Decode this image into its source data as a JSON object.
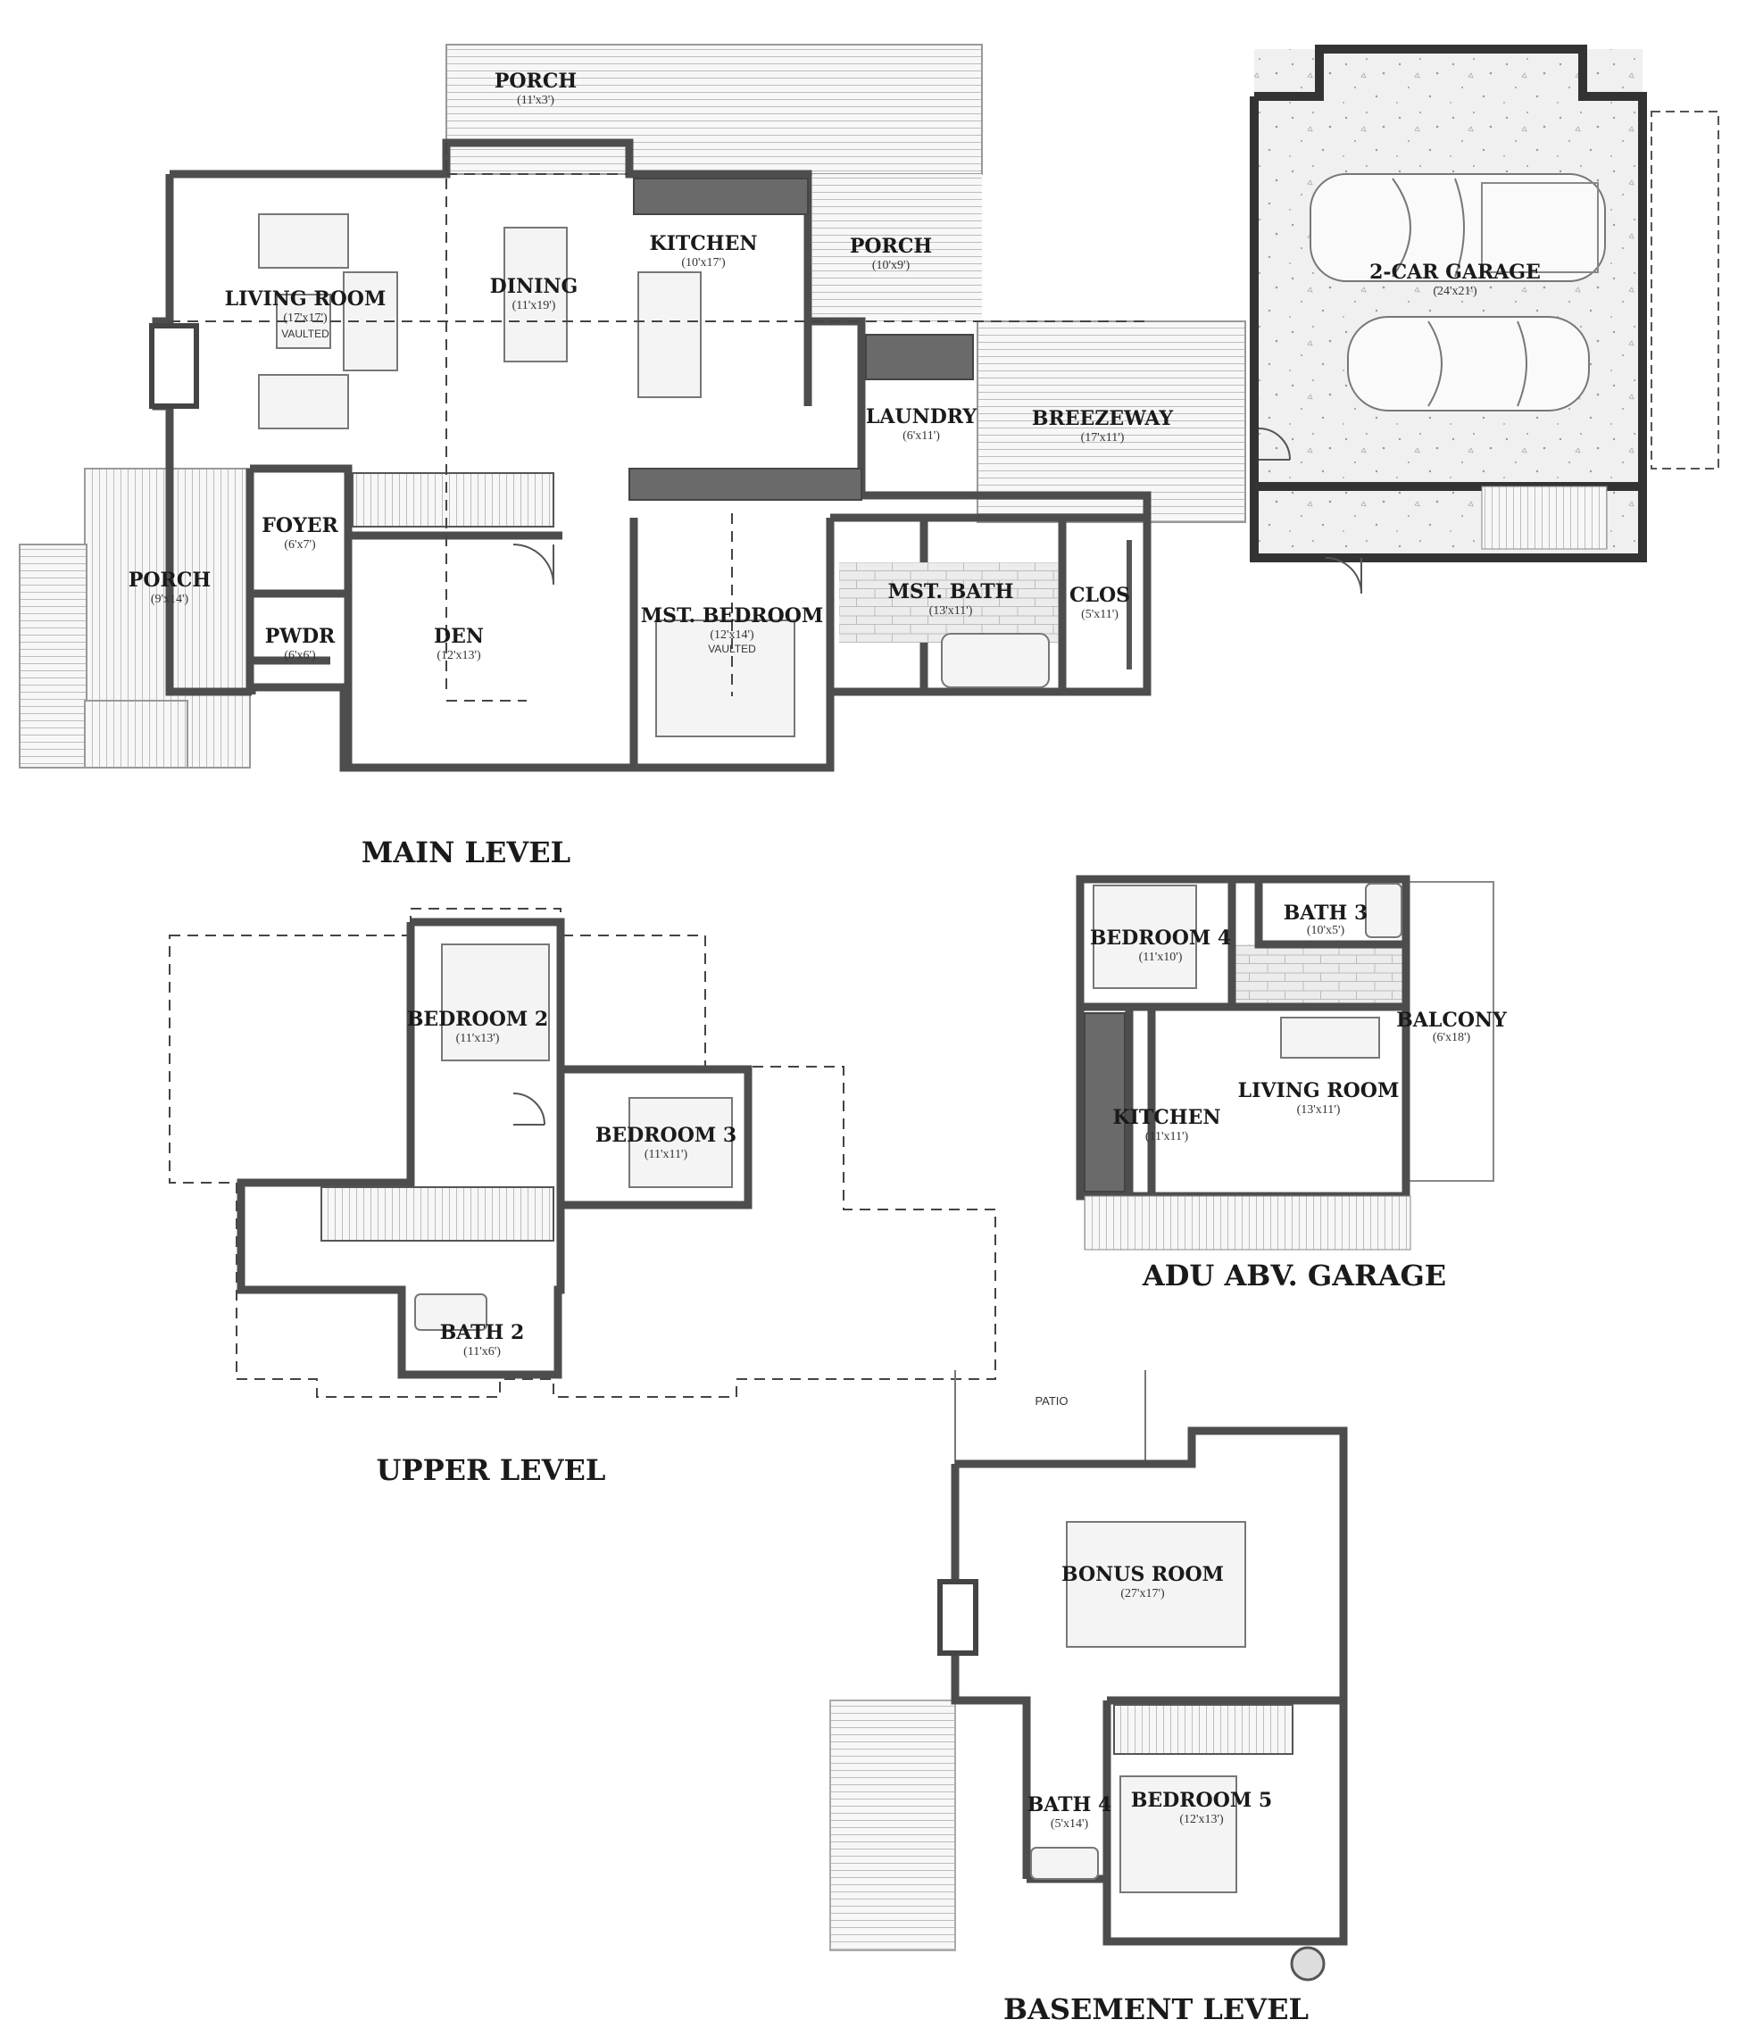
{
  "levels": {
    "main": {
      "title": "MAIN LEVEL",
      "rooms": [
        {
          "name": "PORCH",
          "dims": "(11'x3')"
        },
        {
          "name": "LIVING ROOM",
          "dims": "(17'x17')",
          "note": "VAULTED"
        },
        {
          "name": "DINING",
          "dims": "(11'x19')"
        },
        {
          "name": "KITCHEN",
          "dims": "(10'x17')"
        },
        {
          "name": "PORCH",
          "dims": "(10'x9')"
        },
        {
          "name": "2-CAR GARAGE",
          "dims": "(24'x21')"
        },
        {
          "name": "LAUNDRY",
          "dims": "(6'x11')"
        },
        {
          "name": "BREEZEWAY",
          "dims": "(17'x11')"
        },
        {
          "name": "FOYER",
          "dims": "(6'x7')"
        },
        {
          "name": "PORCH",
          "dims": "(9'x14')"
        },
        {
          "name": "PWDR",
          "dims": "(6'x6')"
        },
        {
          "name": "DEN",
          "dims": "(12'x13')"
        },
        {
          "name": "MST. BEDROOM",
          "dims": "(12'x14')",
          "note": "VAULTED"
        },
        {
          "name": "MST. BATH",
          "dims": "(13'x11')"
        },
        {
          "name": "CLOS",
          "dims": "(5'x11')"
        }
      ]
    },
    "upper": {
      "title": "UPPER LEVEL",
      "rooms": [
        {
          "name": "BEDROOM 2",
          "dims": "(11'x13')"
        },
        {
          "name": "BEDROOM 3",
          "dims": "(11'x11')"
        },
        {
          "name": "BATH 2",
          "dims": "(11'x6')"
        }
      ]
    },
    "adu": {
      "title": "ADU ABV. GARAGE",
      "rooms": [
        {
          "name": "BEDROOM 4",
          "dims": "(11'x10')"
        },
        {
          "name": "BATH 3",
          "dims": "(10'x5')"
        },
        {
          "name": "BALCONY",
          "dims": "(6'x18')"
        },
        {
          "name": "LIVING ROOM",
          "dims": "(13'x11')"
        },
        {
          "name": "KITCHEN",
          "dims": "(11'x11')"
        }
      ]
    },
    "basement": {
      "title": "BASEMENT LEVEL",
      "patio_label": "PATIO",
      "rooms": [
        {
          "name": "BONUS ROOM",
          "dims": "(27'x17')"
        },
        {
          "name": "BATH 4",
          "dims": "(5'x14')"
        },
        {
          "name": "BEDROOM 5",
          "dims": "(12'x13')"
        }
      ]
    }
  },
  "colors": {
    "wall": "#4d4d4d",
    "floor_porch": "#f2f2f2",
    "floor_garage": "#f0f0f0",
    "text": "#1a1a1a"
  }
}
